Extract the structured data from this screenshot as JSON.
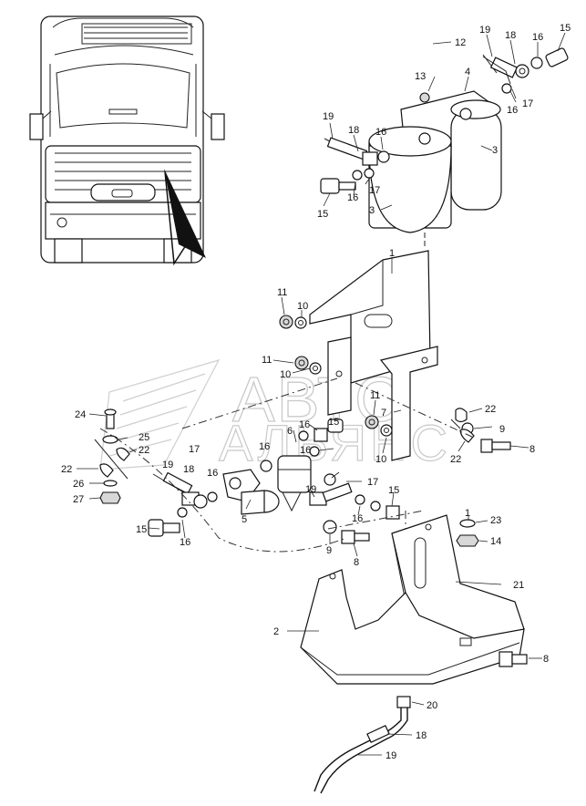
{
  "watermark": {
    "line1": "АВТО",
    "line2": "АЛЬЯНС"
  },
  "callouts": [
    {
      "id": "c1",
      "text": "15"
    },
    {
      "id": "c2",
      "text": "19"
    },
    {
      "id": "c3",
      "text": "18"
    },
    {
      "id": "c4",
      "text": "16"
    },
    {
      "id": "c5",
      "text": "12"
    },
    {
      "id": "c6",
      "text": "4"
    },
    {
      "id": "c7",
      "text": "13"
    },
    {
      "id": "c8",
      "text": "17"
    },
    {
      "id": "c9",
      "text": "16"
    },
    {
      "id": "c10",
      "text": "3"
    },
    {
      "id": "c11",
      "text": "19"
    },
    {
      "id": "c12",
      "text": "18"
    },
    {
      "id": "c13",
      "text": "16"
    },
    {
      "id": "c14",
      "text": "17"
    },
    {
      "id": "c15",
      "text": "16"
    },
    {
      "id": "c16",
      "text": "15"
    },
    {
      "id": "c17",
      "text": "3"
    },
    {
      "id": "c18",
      "text": "1"
    },
    {
      "id": "c19",
      "text": "11"
    },
    {
      "id": "c20",
      "text": "10"
    },
    {
      "id": "c21",
      "text": "11"
    },
    {
      "id": "c22",
      "text": "10"
    },
    {
      "id": "c23",
      "text": "11"
    },
    {
      "id": "c24",
      "text": "7"
    },
    {
      "id": "c25",
      "text": "22"
    },
    {
      "id": "c26",
      "text": "9"
    },
    {
      "id": "c27",
      "text": "22"
    },
    {
      "id": "c28",
      "text": "8"
    },
    {
      "id": "c29",
      "text": "10"
    },
    {
      "id": "c30",
      "text": "24"
    },
    {
      "id": "c31",
      "text": "25"
    },
    {
      "id": "c32",
      "text": "22"
    },
    {
      "id": "c33",
      "text": "22"
    },
    {
      "id": "c34",
      "text": "26"
    },
    {
      "id": "c35",
      "text": "27"
    },
    {
      "id": "c36",
      "text": "6"
    },
    {
      "id": "c37",
      "text": "16"
    },
    {
      "id": "c38",
      "text": "15"
    },
    {
      "id": "c39",
      "text": "16"
    },
    {
      "id": "c40",
      "text": "17"
    },
    {
      "id": "c41",
      "text": "19"
    },
    {
      "id": "c42",
      "text": "18"
    },
    {
      "id": "c43",
      "text": "16"
    },
    {
      "id": "c44",
      "text": "16"
    },
    {
      "id": "c45",
      "text": "17"
    },
    {
      "id": "c46",
      "text": "19"
    },
    {
      "id": "c47",
      "text": "5"
    },
    {
      "id": "c48",
      "text": "15"
    },
    {
      "id": "c49",
      "text": "16"
    },
    {
      "id": "c50",
      "text": "15"
    },
    {
      "id": "c51",
      "text": "16"
    },
    {
      "id": "c52",
      "text": "9"
    },
    {
      "id": "c53",
      "text": "8"
    },
    {
      "id": "c54",
      "text": "1"
    },
    {
      "id": "c55",
      "text": "23"
    },
    {
      "id": "c56",
      "text": "14"
    },
    {
      "id": "c57",
      "text": "21"
    },
    {
      "id": "c58",
      "text": "2"
    },
    {
      "id": "c59",
      "text": "8"
    },
    {
      "id": "c60",
      "text": "20"
    },
    {
      "id": "c61",
      "text": "18"
    },
    {
      "id": "c62",
      "text": "19"
    }
  ]
}
